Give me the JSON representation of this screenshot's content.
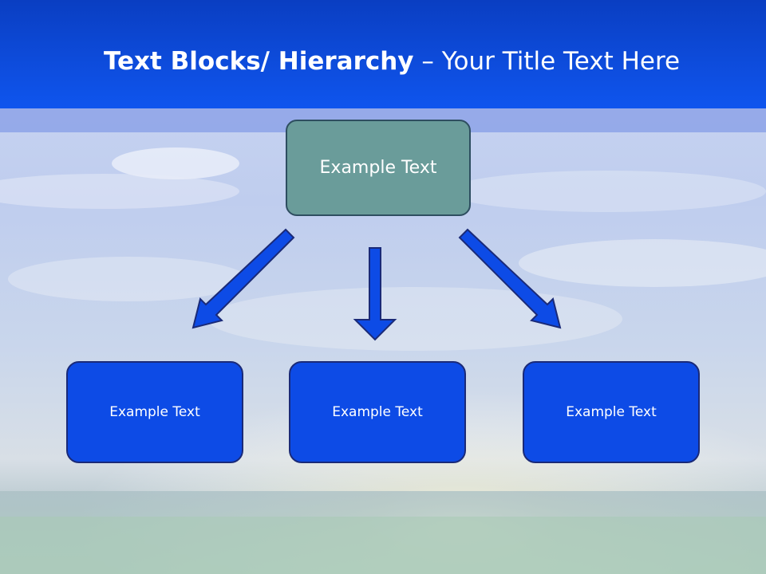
{
  "title": {
    "bold": "Text Blocks/ Hierarchy",
    "rest": " – Your Title Text Here"
  },
  "hierarchy": {
    "root": "Example Text",
    "children": [
      "Example Text",
      "Example Text",
      "Example Text"
    ]
  },
  "colors": {
    "title_bar": "#0d4ad8",
    "root_box": "#6a9c9a",
    "child_box": "#0d4be6",
    "arrow_fill": "#0d4be6",
    "arrow_stroke": "#1a2a78"
  }
}
